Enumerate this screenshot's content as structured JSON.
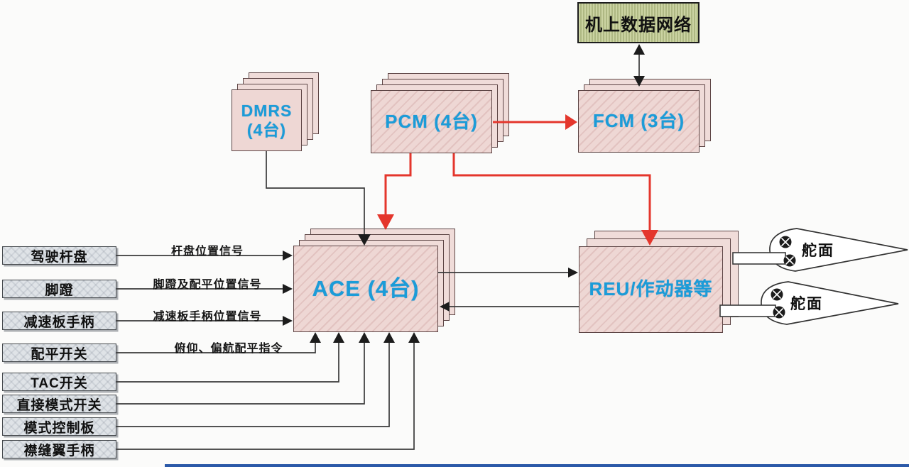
{
  "diagram": {
    "network": {
      "label": "机上数据网络"
    },
    "modules": {
      "dmrs": {
        "label_line1": "DMRS",
        "label_line2": "(4台)"
      },
      "pcm": {
        "label": "PCM (4台)"
      },
      "fcm": {
        "label": "FCM (3台)"
      },
      "ace": {
        "label": "ACE (4台)"
      },
      "reu": {
        "label": "REU/作动器等"
      }
    },
    "pilot_inputs": [
      {
        "label": "驾驶杆盘"
      },
      {
        "label": "脚蹬"
      },
      {
        "label": "减速板手柄"
      },
      {
        "label": "配平开关"
      },
      {
        "label": "TAC开关"
      },
      {
        "label": "直接模式开关"
      },
      {
        "label": "模式控制板"
      },
      {
        "label": "襟缝翼手柄"
      }
    ],
    "signal_labels": [
      {
        "text": "杆盘位置信号"
      },
      {
        "text": "脚蹬及配平位置信号"
      },
      {
        "text": "减速板手柄位置信号"
      },
      {
        "text": "俯仰、偏航配平指令"
      }
    ],
    "control_surfaces": [
      {
        "label": "舵面"
      },
      {
        "label": "舵面"
      }
    ],
    "colors": {
      "module_text_blue": "#1b9cd8",
      "red_arrow": "#e4362c",
      "black_line": "#3a3a3a",
      "network_fill": "#c1ca97",
      "module_fill": "#eed7d4",
      "input_fill": "#dfe3e7",
      "bottom_bar": "#2b59a8"
    }
  }
}
